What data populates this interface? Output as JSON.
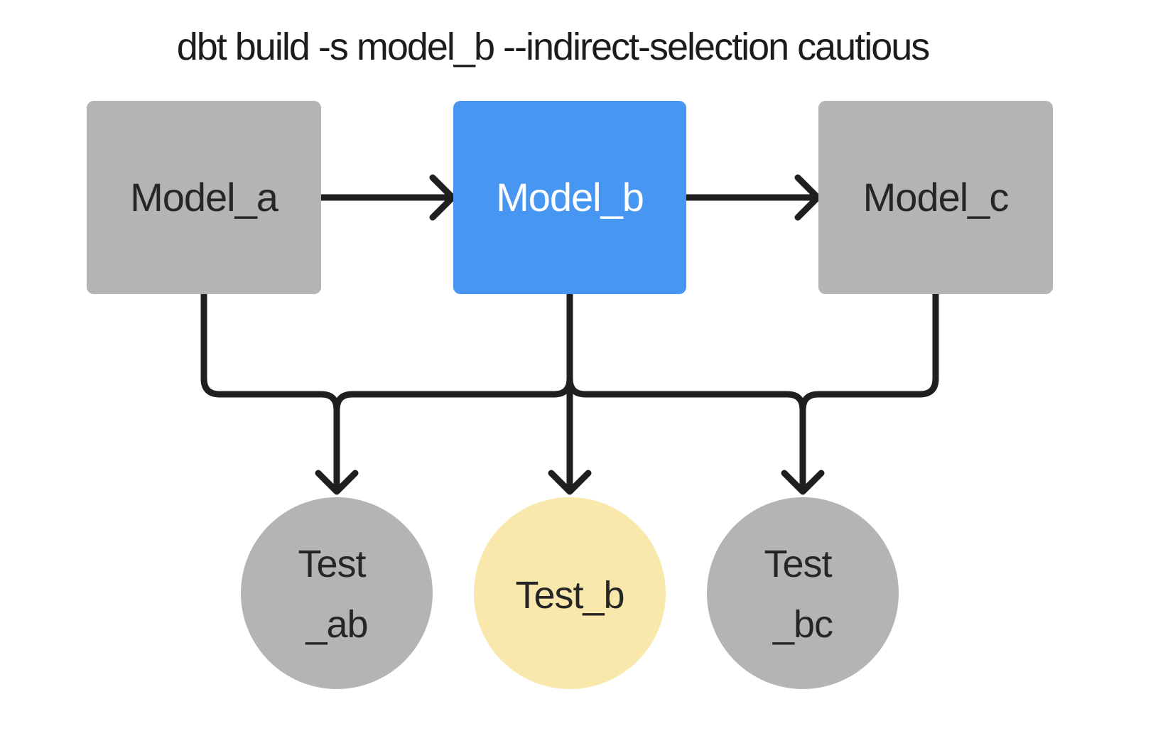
{
  "title": "dbt build -s model_b --indirect-selection cautious",
  "colors": {
    "background": "#ffffff",
    "model_default": "#b4b4b4",
    "model_selected": "#4796f2",
    "test_default": "#b4b4b4",
    "test_highlight": "#f9e8ab",
    "edge": "#1f1f1f",
    "label_dark": "#262626",
    "label_light": "#ffffff"
  },
  "nodes": {
    "models": [
      {
        "id": "model_a",
        "label": "Model_a"
      },
      {
        "id": "model_b",
        "label": "Model_b"
      },
      {
        "id": "model_c",
        "label": "Model_c"
      }
    ],
    "tests": [
      {
        "id": "test_ab",
        "label_line1": "Test",
        "label_line2": "_ab"
      },
      {
        "id": "test_b",
        "label": "Test_b"
      },
      {
        "id": "test_bc",
        "label_line1": "Test",
        "label_line2": "_bc"
      }
    ]
  },
  "edges": [
    {
      "from": "model_a",
      "to": "model_b"
    },
    {
      "from": "model_b",
      "to": "model_c"
    },
    {
      "from": "model_a",
      "to": "test_ab"
    },
    {
      "from": "model_b",
      "to": "test_ab"
    },
    {
      "from": "model_b",
      "to": "test_b"
    },
    {
      "from": "model_b",
      "to": "test_bc"
    },
    {
      "from": "model_c",
      "to": "test_bc"
    }
  ]
}
